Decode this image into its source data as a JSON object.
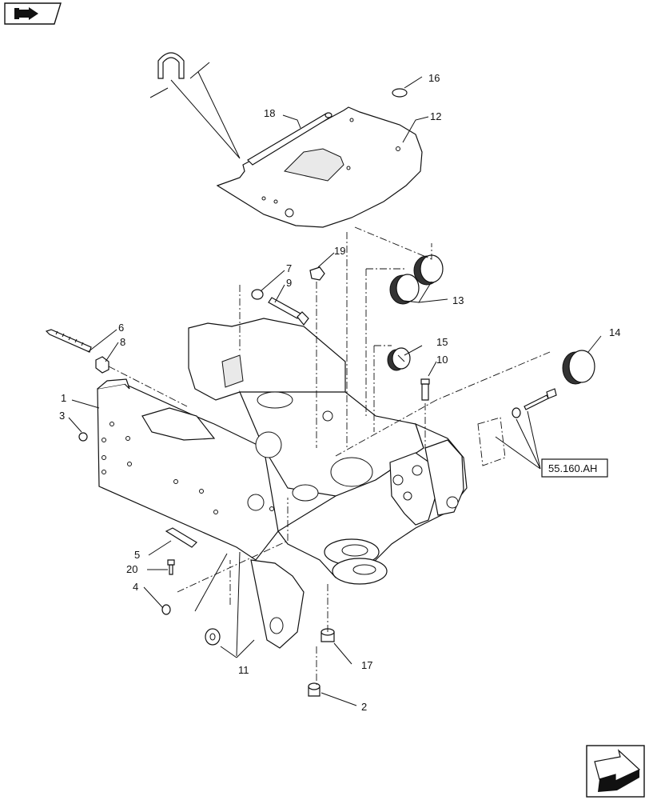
{
  "diagram": {
    "callouts": [
      {
        "id": "c1",
        "label": "1"
      },
      {
        "id": "c2",
        "label": "2"
      },
      {
        "id": "c3",
        "label": "3"
      },
      {
        "id": "c4",
        "label": "4"
      },
      {
        "id": "c5",
        "label": "5"
      },
      {
        "id": "c6",
        "label": "6"
      },
      {
        "id": "c7",
        "label": "7"
      },
      {
        "id": "c8",
        "label": "8"
      },
      {
        "id": "c9",
        "label": "9"
      },
      {
        "id": "c10",
        "label": "10"
      },
      {
        "id": "c11",
        "label": "11"
      },
      {
        "id": "c12",
        "label": "12"
      },
      {
        "id": "c13",
        "label": "13"
      },
      {
        "id": "c14",
        "label": "14"
      },
      {
        "id": "c15",
        "label": "15"
      },
      {
        "id": "c16",
        "label": "16"
      },
      {
        "id": "c17",
        "label": "17"
      },
      {
        "id": "c18",
        "label": "18"
      },
      {
        "id": "c19",
        "label": "19"
      },
      {
        "id": "c20",
        "label": "20"
      }
    ],
    "reference_box": {
      "label": "55.160.AH"
    }
  },
  "navigation": {
    "top_left_icon": "book-arrow-icon",
    "bottom_right_icon": "next-page-arrow-icon"
  }
}
